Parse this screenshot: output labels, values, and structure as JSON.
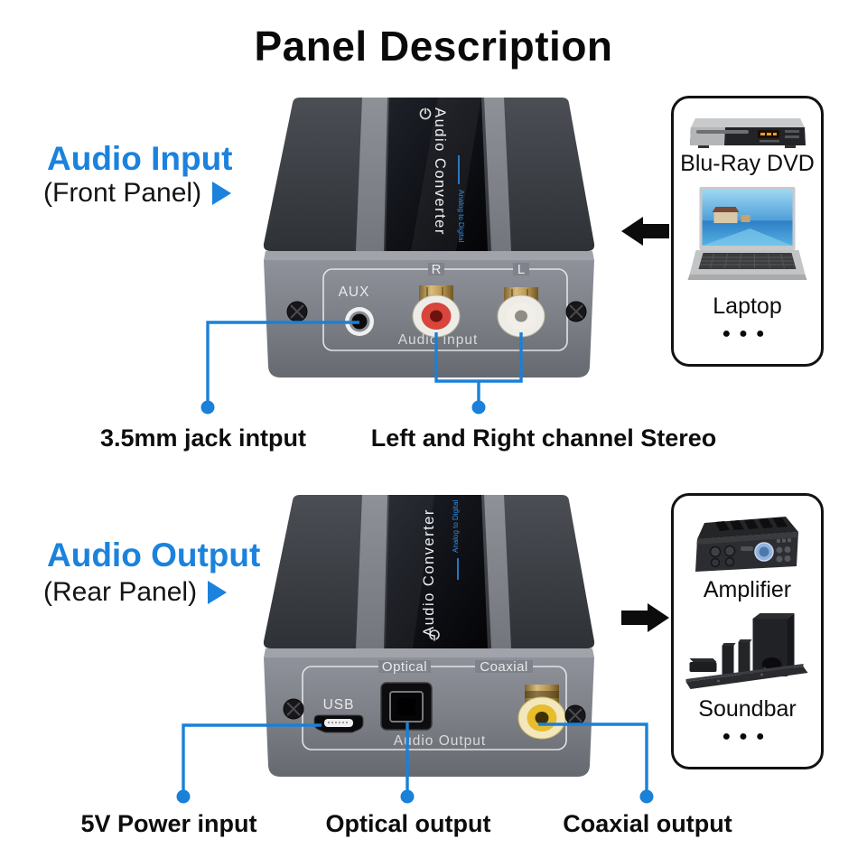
{
  "title": "Panel Description",
  "colors": {
    "accent": "#1b82dd",
    "callout_line": "#1a80d8",
    "device_body": "#7c7f86",
    "panel_black": "#0d0e12"
  },
  "input": {
    "heading": "Audio Input",
    "subheading": "(Front Panel)",
    "device": {
      "name": "Audio Converter",
      "tagline": "Analog to Digital",
      "aux_label": "AUX",
      "right_label": "R",
      "left_label": "L",
      "panel_label": "Audio input"
    },
    "callout_aux": "3.5mm jack intput",
    "callout_stereo": "Left and Right channel Stereo",
    "sources": {
      "first": "Blu-Ray DVD",
      "second": "Laptop",
      "more": "●●●"
    }
  },
  "output": {
    "heading": "Audio Output",
    "subheading": "(Rear Panel)",
    "device": {
      "name": "Audio Converter",
      "tagline": "Analog to Digital",
      "usb_label": "USB",
      "optical_label": "Optical",
      "coaxial_label": "Coaxial",
      "panel_label": "Audio Output"
    },
    "callout_usb": "5V Power input",
    "callout_optical": "Optical output",
    "callout_coaxial": "Coaxial output",
    "sinks": {
      "first": "Amplifier",
      "second": "Soundbar",
      "more": "●●●"
    }
  }
}
